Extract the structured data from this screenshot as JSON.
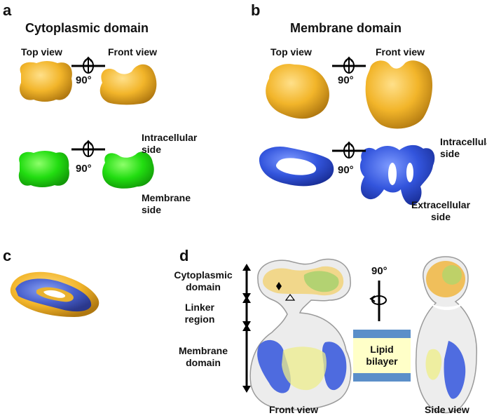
{
  "panels": {
    "a": {
      "letter": "a",
      "title": "Cytoplasmic domain",
      "top_view": "Top view",
      "front_view": "Front view",
      "rotation_top": "90°",
      "rotation_bottom": "90°",
      "intracellular_side": "Intracellular side",
      "membrane_side": "Membrane side"
    },
    "b": {
      "letter": "b",
      "title": "Membrane domain",
      "top_view": "Top view",
      "front_view": "Front view",
      "rotation_top": "90°",
      "rotation_bottom": "90°",
      "intracellular_side": "Intracellular side",
      "extracellular_side": "Extracellular side"
    },
    "c": {
      "letter": "c"
    },
    "d": {
      "letter": "d",
      "cytoplasmic_domain": "Cytoplasmic domain",
      "linker_region": "Linker region",
      "membrane_domain": "Membrane domain",
      "rotation": "90°",
      "lipid_bilayer": "Lipid bilayer",
      "front_view": "Front view",
      "side_view": "Side view"
    }
  },
  "colors": {
    "gold": "#f2b52a",
    "green": "#33dd22",
    "blue": "#3355dd",
    "bilayer_band": "#5b8fc9",
    "bilayer_fill": "#ffffc8"
  }
}
